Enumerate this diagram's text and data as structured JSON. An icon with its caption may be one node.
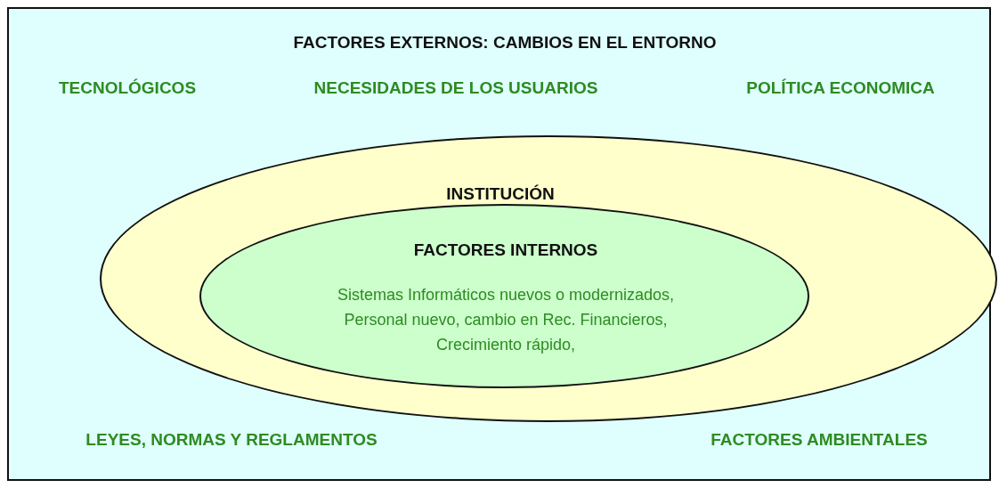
{
  "diagram": {
    "nodes": [
      {
        "text": [
          "FACTORES EXTERNOS: CAMBIOS EN EL ENTORNO"
        ]
      },
      {
        "text": [
          "INSTITUCIÓN"
        ],
        "in": 0
      },
      {
        "text": [
          "FACTORES INTERNOS",
          "Sistemas Informáticos nuevos o modernizados, Personal nuevo, cambio en Rec. Financieros, Crecimiento rápido,"
        ],
        "in": 1
      }
    ],
    "labels": [
      "TECNOLÓGICOS",
      "NECESIDADES DE LOS USUARIOS",
      "POLÍTICA ECONOMICA",
      "LEYES, NORMAS Y REGLAMENTOS",
      "FACTORES AMBIENTALES"
    ]
  }
}
